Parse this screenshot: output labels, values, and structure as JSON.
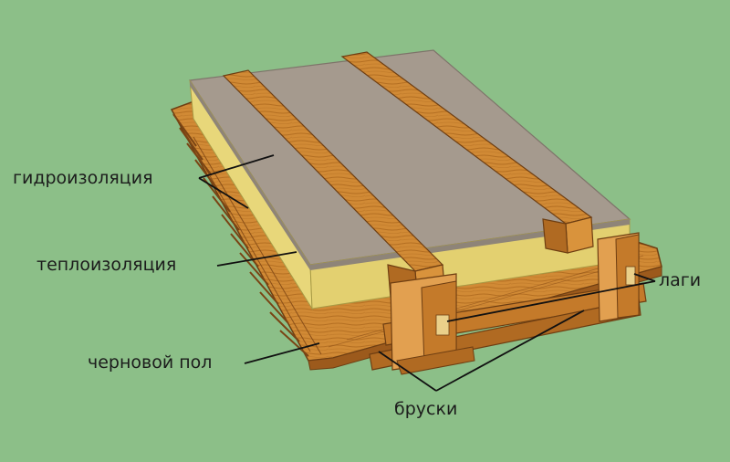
{
  "labels": {
    "waterproofing": "гидроизоляция",
    "insulation": "теплоизоляция",
    "subfloor": "черновой пол",
    "joists": "лаги",
    "bars": "бруски"
  },
  "colors": {
    "background": "#8cbf88",
    "wood_light": "#d9933c",
    "wood_mid": "#c47a2a",
    "wood_dark": "#9c5a1c",
    "wood_edge": "#6e3e12",
    "membrane": "#a59a8e",
    "insulation_front": "#e8d77a",
    "insulation_side": "#cfbf5a",
    "leader_line": "#111111"
  }
}
